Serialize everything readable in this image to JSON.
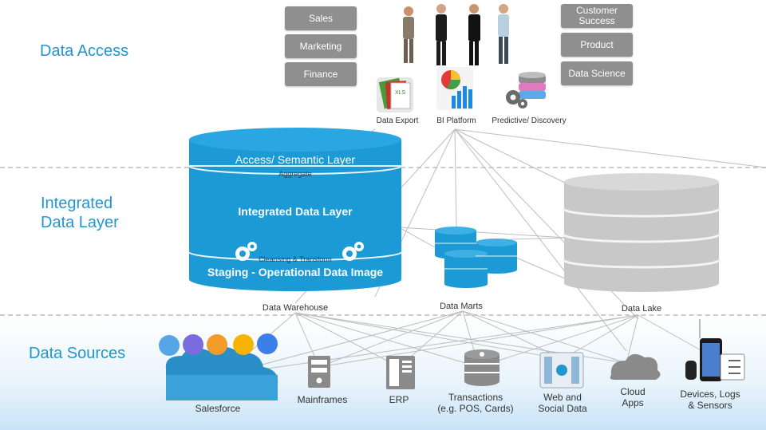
{
  "sections": {
    "access": "Data Access",
    "integrated": "Integrated\nData Layer",
    "sources": "Data Sources"
  },
  "roles": {
    "left": [
      "Sales",
      "Marketing",
      "Finance"
    ],
    "right": [
      "Customer\nSuccess",
      "Product",
      "Data Science"
    ]
  },
  "tools": [
    "Data Export",
    "BI Platform",
    "Predictive/ Discovery"
  ],
  "warehouse": {
    "top": "Access/ Semantic Layer",
    "aggregate": "Aggregate",
    "middle": "Integrated Data Layer",
    "cleansing": "Cleansing & Transform",
    "bottom": "Staging -  Operational Data Image",
    "caption": "Data Warehouse"
  },
  "marts": {
    "caption": "Data Marts"
  },
  "lake": {
    "caption": "Data Lake"
  },
  "sources": [
    "Salesforce",
    "Mainframes",
    "ERP",
    "Transactions\n(e.g. POS, Cards)",
    "Web and\nSocial Data",
    "Cloud\nApps",
    "Devices, Logs\n& Sensors"
  ],
  "colors": {
    "accent": "#2196cf",
    "cylinder": "#1c9ad6",
    "lake": "#c8c8c8",
    "role_button": "#8f8f8f"
  }
}
